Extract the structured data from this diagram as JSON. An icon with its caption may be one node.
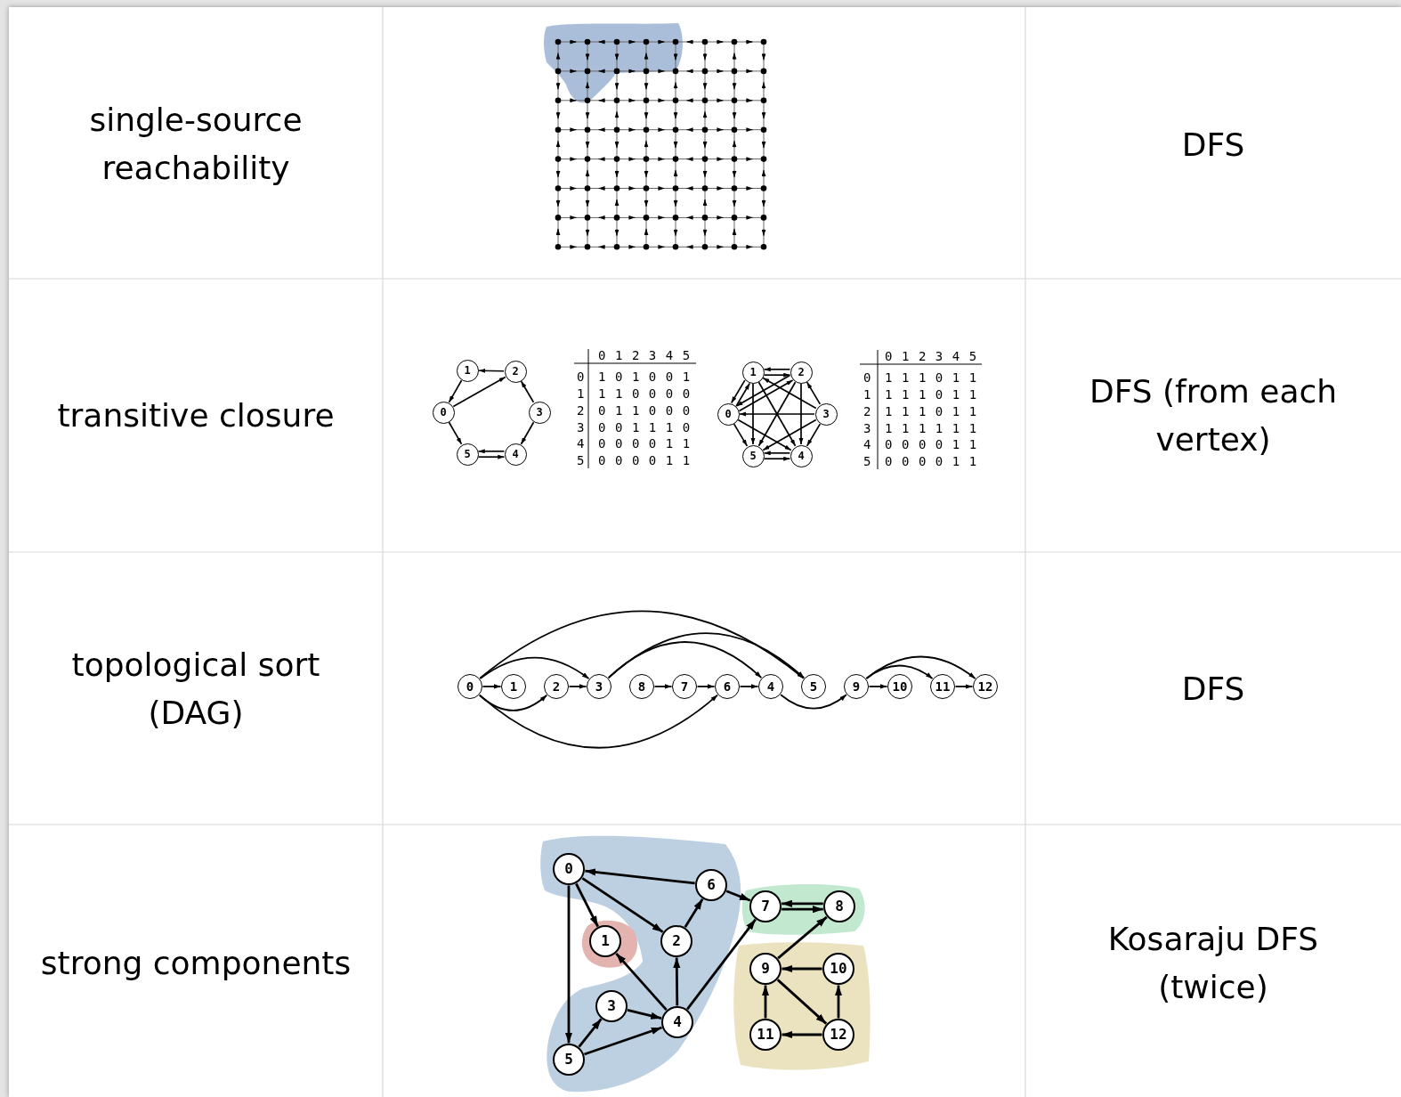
{
  "diagram": {
    "nodes": [
      {
        "text": [
          "0"
        ]
      },
      {
        "text": [
          "1"
        ]
      },
      {
        "text": [
          "2"
        ]
      },
      {
        "text": [
          "3"
        ]
      },
      {
        "text": [
          "4"
        ]
      },
      {
        "text": [
          "5"
        ]
      },
      {
        "text": [
          "0"
        ]
      },
      {
        "text": [
          "1"
        ]
      },
      {
        "text": [
          "2"
        ]
      },
      {
        "text": [
          "3"
        ]
      },
      {
        "text": [
          "4"
        ]
      },
      {
        "text": [
          "5"
        ]
      },
      {
        "text": [
          "0"
        ]
      },
      {
        "text": [
          "1"
        ]
      },
      {
        "text": [
          "2"
        ]
      },
      {
        "text": [
          "3"
        ]
      },
      {
        "text": [
          "8"
        ]
      },
      {
        "text": [
          "7"
        ]
      },
      {
        "text": [
          "6"
        ]
      },
      {
        "text": [
          "4"
        ]
      },
      {
        "text": [
          "5"
        ]
      },
      {
        "text": [
          "9"
        ]
      },
      {
        "text": [
          "10"
        ]
      },
      {
        "text": [
          "11"
        ]
      },
      {
        "text": [
          "12"
        ]
      },
      {
        "text": [
          "0"
        ]
      },
      {
        "text": [
          "1"
        ]
      },
      {
        "text": [
          "2"
        ]
      },
      {
        "text": [
          "3"
        ]
      },
      {
        "text": [
          "4"
        ]
      },
      {
        "text": [
          "5"
        ]
      },
      {
        "text": [
          "6"
        ]
      },
      {
        "text": [
          "7"
        ]
      },
      {
        "text": [
          "8"
        ]
      },
      {
        "text": [
          "9"
        ]
      },
      {
        "text": [
          "10"
        ]
      },
      {
        "text": [
          "11"
        ]
      },
      {
        "text": [
          "12"
        ]
      }
    ],
    "edges": [
      {
        "from": 2,
        "to": 1,
        "arrow": "to"
      },
      {
        "from": 1,
        "to": 0,
        "arrow": "to"
      },
      {
        "from": 0,
        "to": 2,
        "arrow": "to"
      },
      {
        "from": 3,
        "to": 2,
        "arrow": "to"
      },
      {
        "from": 3,
        "to": 4,
        "arrow": "to"
      },
      {
        "from": 0,
        "to": 5,
        "arrow": "to"
      },
      {
        "from": 4,
        "to": 5,
        "arrow": "to"
      },
      {
        "from": 5,
        "to": 4,
        "arrow": "to"
      },
      {
        "from": 6,
        "to": 7,
        "arrow": "to"
      },
      {
        "from": 7,
        "to": 6,
        "arrow": "to"
      },
      {
        "from": 6,
        "to": 8,
        "arrow": "to"
      },
      {
        "from": 8,
        "to": 6,
        "arrow": "to"
      },
      {
        "from": 7,
        "to": 8,
        "arrow": "to"
      },
      {
        "from": 8,
        "to": 7,
        "arrow": "to"
      },
      {
        "from": 6,
        "to": 10,
        "arrow": "to"
      },
      {
        "from": 6,
        "to": 11,
        "arrow": "to"
      },
      {
        "from": 7,
        "to": 10,
        "arrow": "to"
      },
      {
        "from": 7,
        "to": 11,
        "arrow": "to"
      },
      {
        "from": 8,
        "to": 10,
        "arrow": "to"
      },
      {
        "from": 8,
        "to": 11,
        "arrow": "to"
      },
      {
        "from": 9,
        "to": 6,
        "arrow": "to"
      },
      {
        "from": 9,
        "to": 7,
        "arrow": "to"
      },
      {
        "from": 9,
        "to": 8,
        "arrow": "to"
      },
      {
        "from": 9,
        "to": 10,
        "arrow": "to"
      },
      {
        "from": 9,
        "to": 11,
        "arrow": "to"
      },
      {
        "from": 10,
        "to": 11,
        "arrow": "to"
      },
      {
        "from": 11,
        "to": 10,
        "arrow": "to"
      },
      {
        "from": 12,
        "to": 13,
        "arrow": "to"
      },
      {
        "from": 12,
        "to": 14,
        "arrow": "to"
      },
      {
        "from": 12,
        "to": 15,
        "arrow": "to"
      },
      {
        "from": 12,
        "to": 20,
        "arrow": "to"
      },
      {
        "from": 12,
        "to": 18,
        "arrow": "to"
      },
      {
        "from": 14,
        "to": 15,
        "arrow": "to"
      },
      {
        "from": 15,
        "to": 19,
        "arrow": "to"
      },
      {
        "from": 15,
        "to": 20,
        "arrow": "to"
      },
      {
        "from": 16,
        "to": 17,
        "arrow": "to"
      },
      {
        "from": 17,
        "to": 18,
        "arrow": "to"
      },
      {
        "from": 18,
        "to": 19,
        "arrow": "to"
      },
      {
        "from": 19,
        "to": 21,
        "arrow": "to"
      },
      {
        "from": 21,
        "to": 22,
        "arrow": "to"
      },
      {
        "from": 21,
        "to": 23,
        "arrow": "to"
      },
      {
        "from": 21,
        "to": 24,
        "arrow": "to"
      },
      {
        "from": 23,
        "to": 24,
        "arrow": "to"
      },
      {
        "from": 25,
        "to": 26,
        "arrow": "to"
      },
      {
        "from": 25,
        "to": 27,
        "arrow": "to"
      },
      {
        "from": 25,
        "to": 30,
        "arrow": "to"
      },
      {
        "from": 31,
        "to": 25,
        "arrow": "to"
      },
      {
        "from": 27,
        "to": 31,
        "arrow": "to"
      },
      {
        "from": 31,
        "to": 32,
        "arrow": "to"
      },
      {
        "from": 32,
        "to": 33,
        "arrow": "to"
      },
      {
        "from": 33,
        "to": 32,
        "arrow": "to"
      },
      {
        "from": 29,
        "to": 26,
        "arrow": "to"
      },
      {
        "from": 29,
        "to": 27,
        "arrow": "to"
      },
      {
        "from": 29,
        "to": 32,
        "arrow": "to"
      },
      {
        "from": 28,
        "to": 29,
        "arrow": "to"
      },
      {
        "from": 30,
        "to": 28,
        "arrow": "to"
      },
      {
        "from": 30,
        "to": 29,
        "arrow": "to"
      },
      {
        "from": 34,
        "to": 33,
        "arrow": "to"
      },
      {
        "from": 35,
        "to": 34,
        "arrow": "to"
      },
      {
        "from": 34,
        "to": 37,
        "arrow": "to"
      },
      {
        "from": 36,
        "to": 34,
        "arrow": "to"
      },
      {
        "from": 37,
        "to": 35,
        "arrow": "to"
      },
      {
        "from": 37,
        "to": 36,
        "arrow": "to"
      }
    ],
    "labels": [
      "single-source reachability",
      "DFS",
      "transitive closure",
      "0 1 2 3 4 5",
      "0",
      "1 0 1 0 0 1",
      "1",
      "1 1 0 0 0 0",
      "2",
      "0 1 1 0 0 0",
      "3",
      "0 0 1 1 1 0",
      "4",
      "0 0 0 0 1 1",
      "5",
      "0 0 0 0 1 1",
      "0 1 2 3 4 5",
      "0",
      "1 1 1 0 1 1",
      "1",
      "1 1 1 0 1 1",
      "2",
      "1 1 1 0 1 1",
      "3",
      "1 1 1 1 1 1",
      "4",
      "0 0 0 0 1 1",
      "5",
      "0 0 0 0 1 1",
      "DFS (from each vertex)",
      "topological sort (DAG)",
      "DFS",
      "strong components",
      "Kosaraju DFS (twice)"
    ]
  }
}
